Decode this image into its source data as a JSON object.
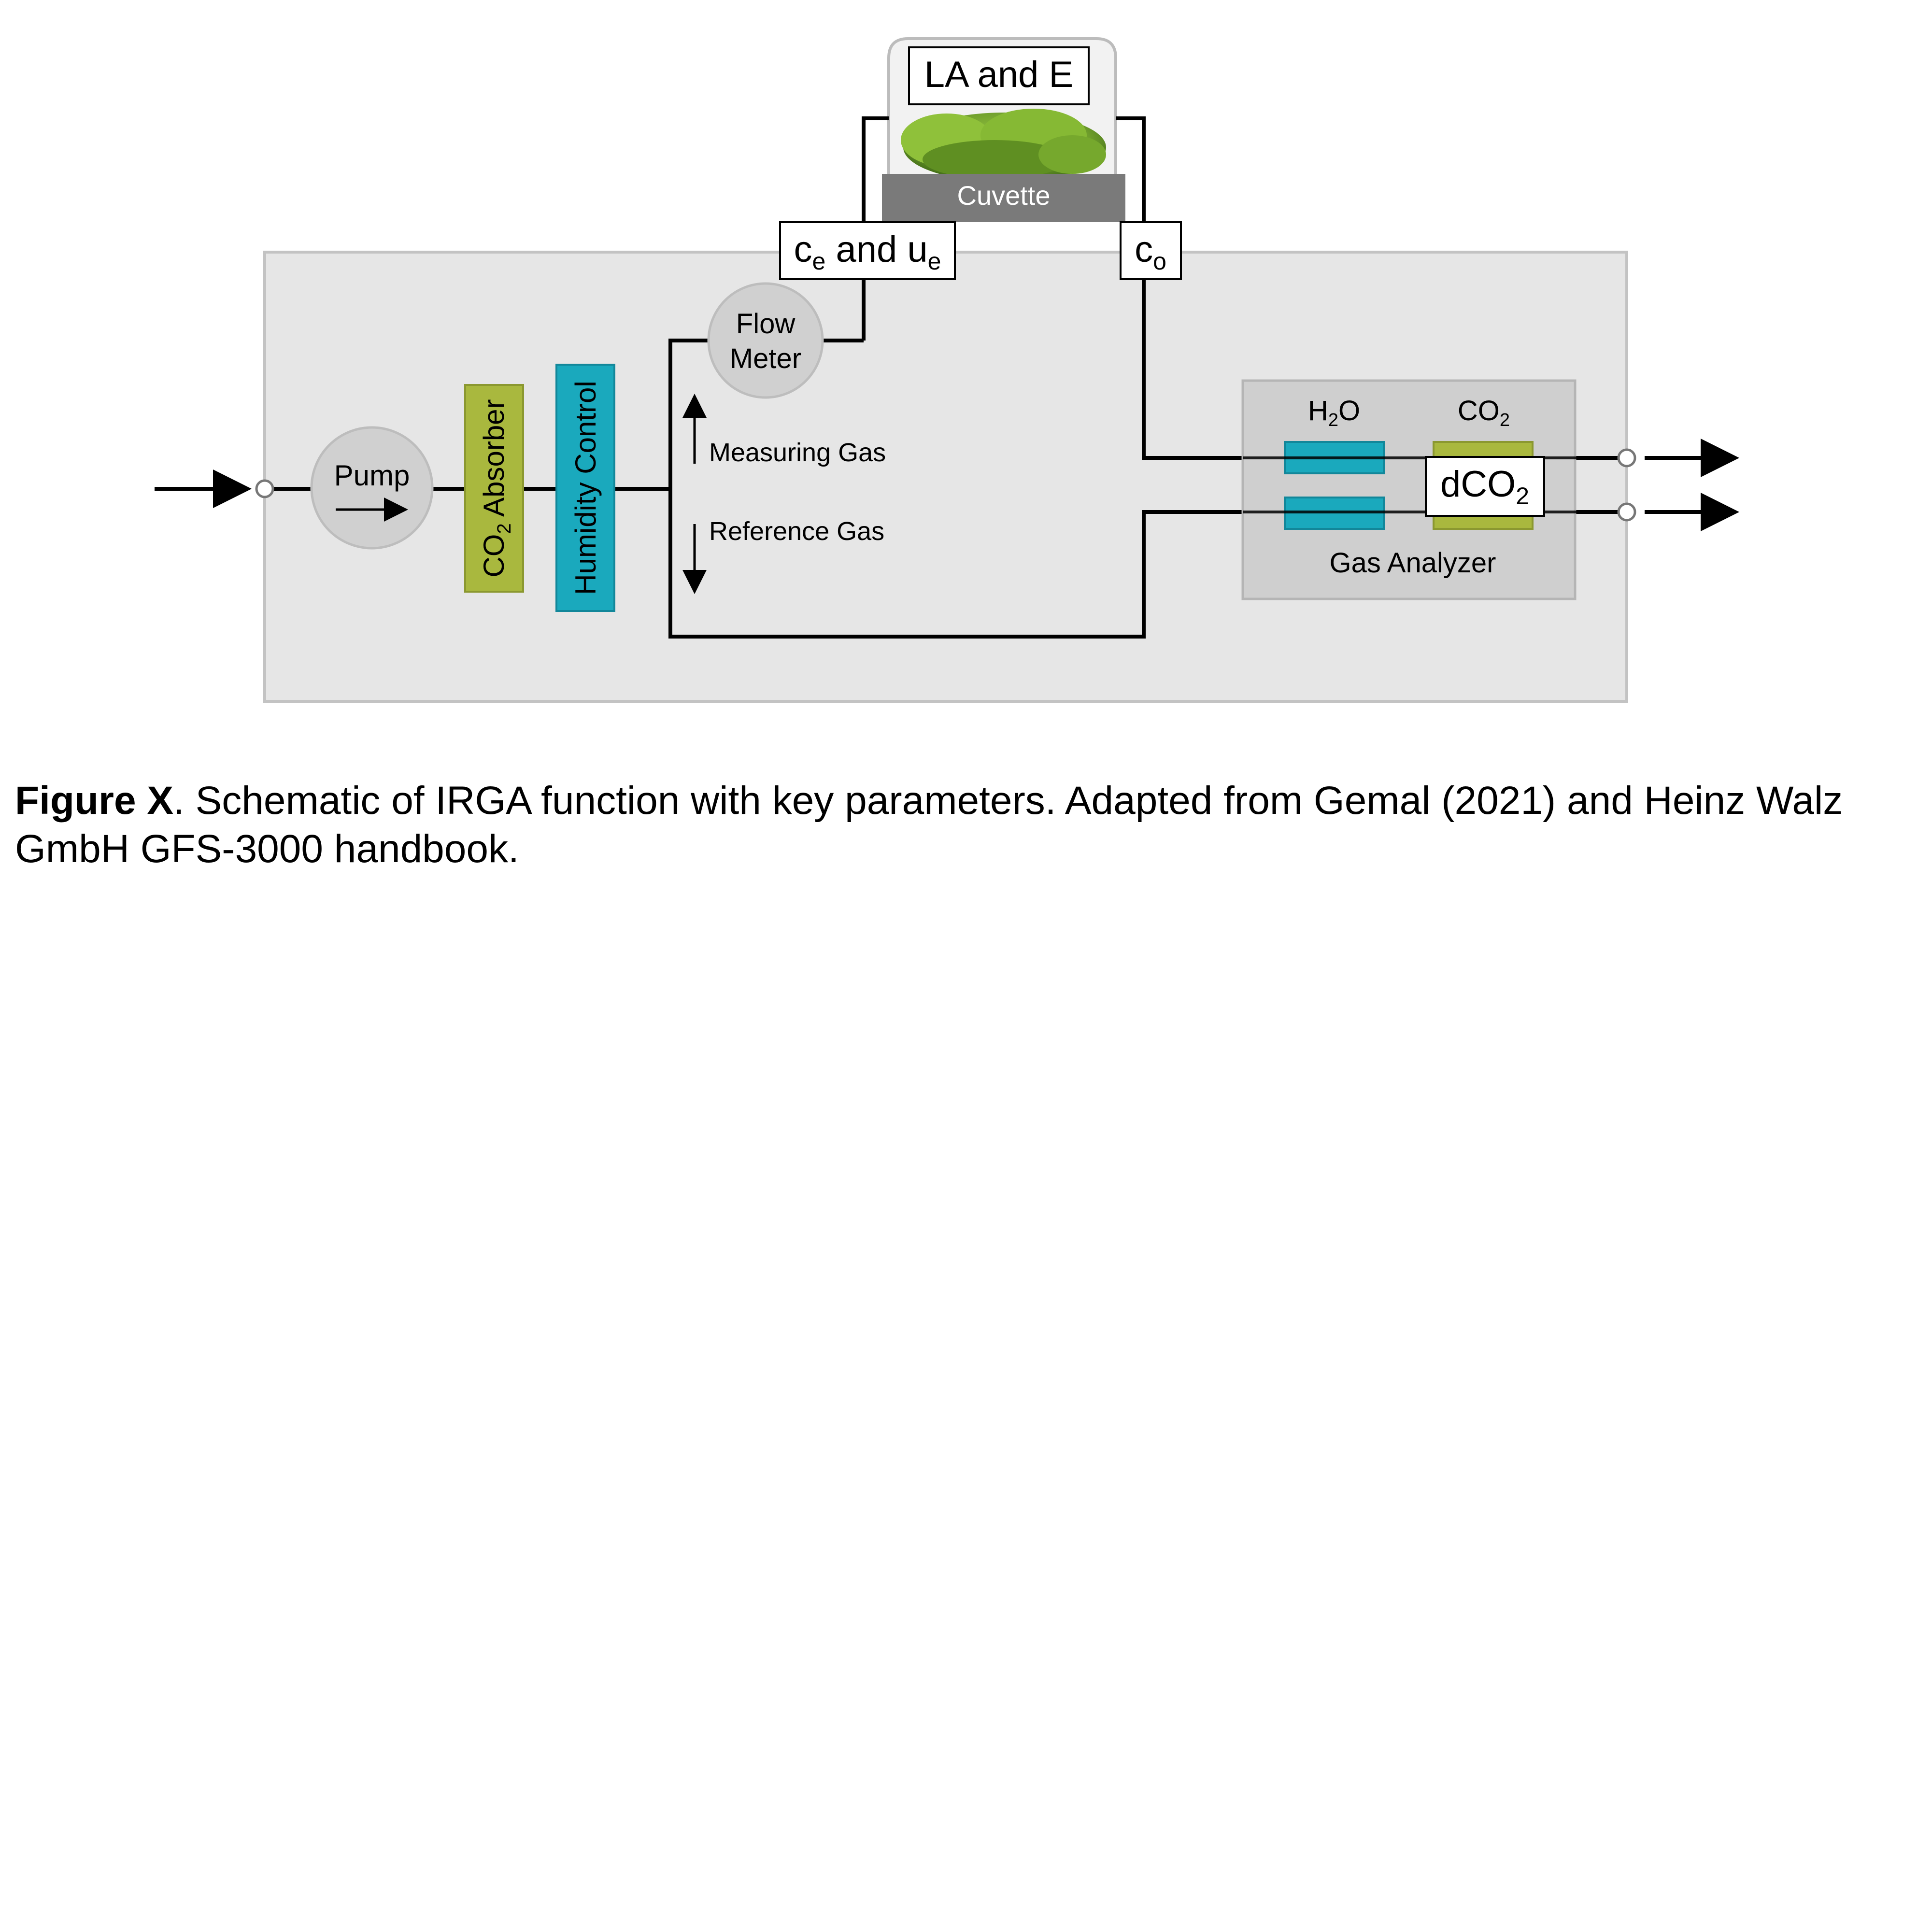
{
  "labels": {
    "la_and_e": "LA and E",
    "cuvette": "Cuvette",
    "ce_c": "c",
    "ce_sub": "e",
    "ce_and": " and u",
    "ue_sub": "e",
    "co_c": "c",
    "co_sub": "o",
    "flow_meter_line1": "Flow",
    "flow_meter_line2": "Meter",
    "pump": "Pump",
    "co2_absorber_co": "CO",
    "co2_absorber_sub": "2",
    "co2_absorber_rest": " Absorber",
    "humidity_control": "Humidity Control",
    "measuring_gas": "Measuring Gas",
    "reference_gas": "Reference Gas",
    "h2o_h": "H",
    "h2o_sub": "2",
    "h2o_o": "O",
    "co2_co": "CO",
    "co2_sub": "2",
    "dco2_d": "dCO",
    "dco2_sub": "2",
    "gas_analyzer": "Gas Analyzer"
  },
  "caption": {
    "figure_label": "Figure X",
    "text": ". Schematic of IRGA function with key parameters. Adapted from Gemal (2021) and Heinz Walz GmbH GFS-3000 handbook."
  },
  "colors": {
    "panel_bg": "#e6e6e6",
    "panel_border": "#c3c3c3",
    "circle_fill": "#d0d0d0",
    "absorber_green": "#a9b83e",
    "humidity_teal": "#1aa9bd",
    "analyzer_bg": "#cfcfcf",
    "cuvette_gray": "#7a7a7a",
    "moss_green": "#6f9e2c"
  }
}
